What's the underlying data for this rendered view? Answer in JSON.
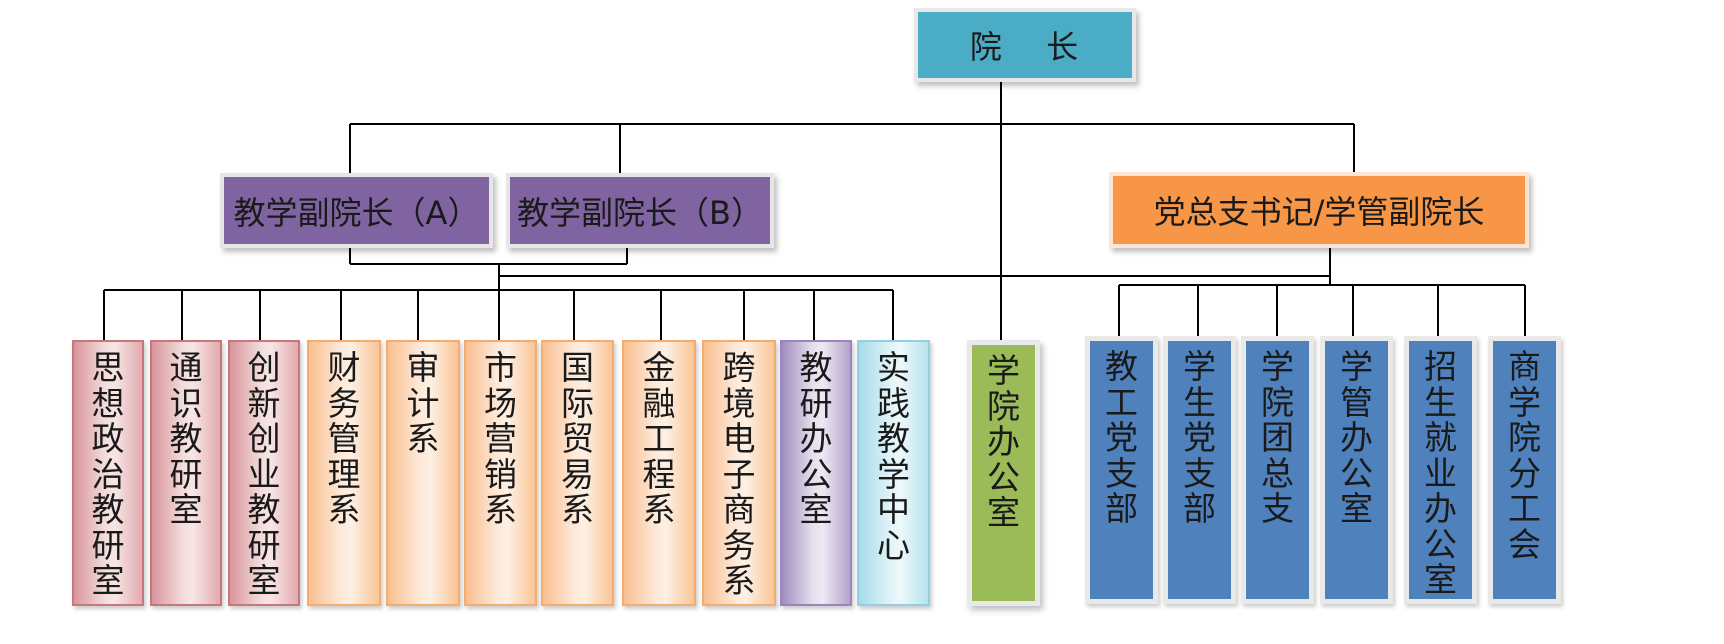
{
  "nodes": {
    "dean": "院 长",
    "vice_dean_a": "教学副院长（A）",
    "vice_dean_b": "教学副院长（B）",
    "party_secretary": "党总支书记/学管副院长",
    "academic_units": [
      "思想政治教研室",
      "通识教研室",
      "创新创业教研室",
      "财务管理系",
      "审计系",
      "市场营销系",
      "国际贸易系",
      "金融工程系",
      "跨境电子商务系",
      "教研办公室",
      "实践教学中心"
    ],
    "college_office": "学院办公室",
    "student_affairs_units": [
      "教工党支部",
      "学生党支部",
      "学院团总支",
      "学管办公室",
      "招生就业办公室",
      "商学院分工会"
    ]
  },
  "colors": {
    "dean": "#4bacc6",
    "vice_dean": "#8064a2",
    "party_secretary": "#f79646",
    "academic_pink": "#e6b9b8",
    "academic_peach": "#fcd5b4",
    "academic_lavender": "#ccc0da",
    "academic_cyan": "#b7dee8",
    "college_office": "#9bbb59",
    "student_affairs": "#4f81bd",
    "connector": "#000000"
  }
}
